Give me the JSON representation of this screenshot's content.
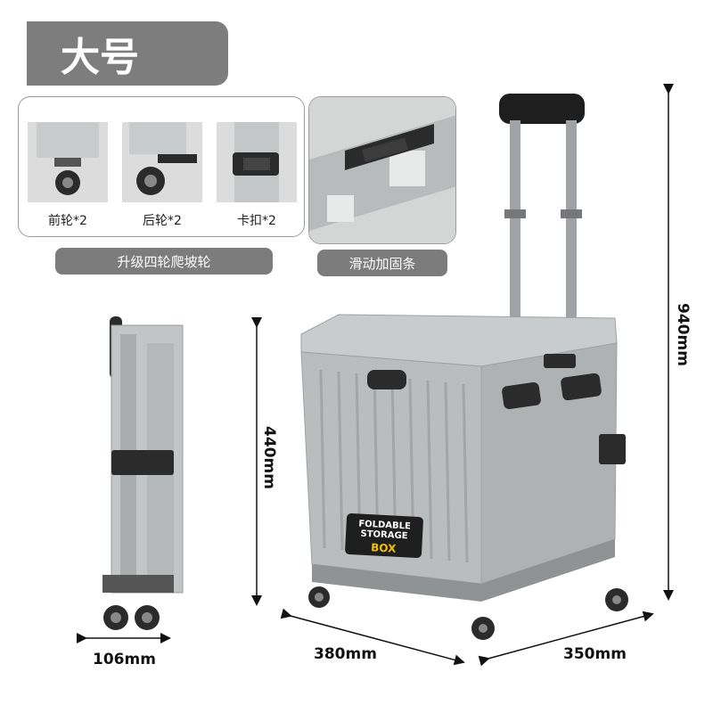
{
  "header": {
    "size_label": "大号"
  },
  "features": {
    "thumbnails": [
      {
        "label": "前轮*2"
      },
      {
        "label": "后轮*2"
      },
      {
        "label": "卡扣*2"
      }
    ],
    "wheel_group_label": "升级四轮爬坡轮",
    "rail_label": "滑动加固条"
  },
  "product": {
    "box_text_line1": "FOLDABLE STORAGE",
    "box_text_line2": "BOX"
  },
  "dimensions": {
    "folded_width": "106mm",
    "height_box": "440mm",
    "height_total": "940mm",
    "length": "380mm",
    "width": "350mm"
  },
  "colors": {
    "body": "#b9bdbd",
    "tag": "#7d7d7d",
    "accent": "#f2c200"
  }
}
